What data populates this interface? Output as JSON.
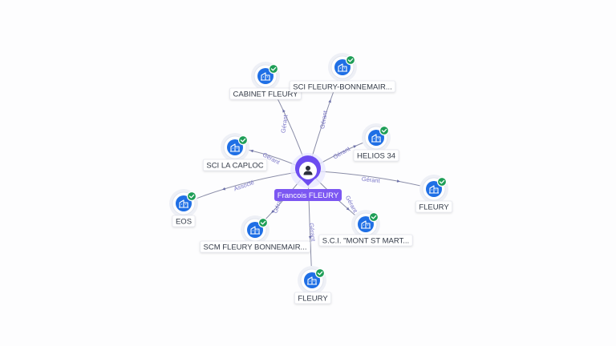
{
  "center": {
    "label": "Francois FLEURY",
    "icon": "person-icon"
  },
  "nodes": [
    {
      "id": "cabinet-fleury",
      "label": "CABINET FLEURY",
      "edge_label": "Gérant",
      "verified": true
    },
    {
      "id": "sci-fleury-bonnemair",
      "label": "SCI FLEURY-BONNEMAIR...",
      "edge_label": "Gérant",
      "verified": true
    },
    {
      "id": "helios-34",
      "label": "HELIOS 34",
      "edge_label": "Gérant",
      "verified": true
    },
    {
      "id": "sci-la-caploc",
      "label": "SCI LA CAPLOC",
      "edge_label": "Gérant",
      "verified": true
    },
    {
      "id": "fleury-right",
      "label": "FLEURY",
      "edge_label": "Gérant",
      "verified": true
    },
    {
      "id": "eos",
      "label": "EOS",
      "edge_label": "Associé",
      "verified": true
    },
    {
      "id": "sci-mont-st-mart",
      "label": "S.C.I. \"MONT ST MART...",
      "edge_label": "Gérant",
      "verified": true
    },
    {
      "id": "scm-fleury-bonnemair",
      "label": "SCM FLEURY BONNEMAIR...",
      "edge_label": "Gérant",
      "verified": true
    },
    {
      "id": "fleury-bottom",
      "label": "FLEURY",
      "edge_label": "Gérant",
      "verified": true
    }
  ],
  "node_icon": "building-icon",
  "badge_icon": "check-badge-icon",
  "colors": {
    "center_accent": "#7c57f2",
    "node_core": "#1f6fe5",
    "badge": "#1e9e57",
    "edge": "#8a8da8",
    "edge_label": "#7a76c8"
  }
}
